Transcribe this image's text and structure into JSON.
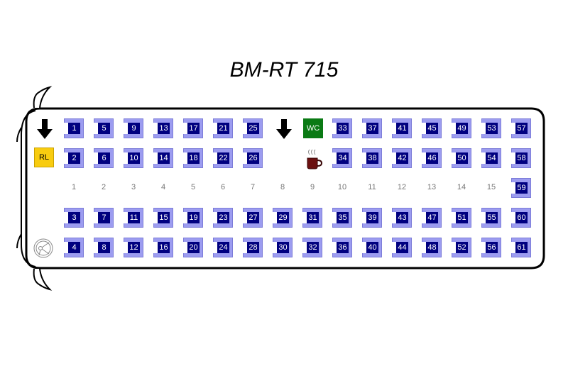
{
  "title": "BM-RT 715",
  "facilities": {
    "rl_label": "RL",
    "wc_label": "WC",
    "icons": [
      "exit-arrow-icon",
      "coffee-icon",
      "steering-wheel-icon"
    ]
  },
  "row_numbers": [
    "1",
    "2",
    "3",
    "4",
    "5",
    "6",
    "7",
    "8",
    "9",
    "10",
    "11",
    "12",
    "13",
    "14",
    "15"
  ],
  "colors": {
    "seat_outer": "#9c9cf0",
    "seat_inner": "#000080",
    "rl": "#f8cc10",
    "wc": "#0a7a14"
  },
  "seats": [
    {
      "n": "1",
      "c": 1,
      "r": 1
    },
    {
      "n": "2",
      "c": 1,
      "r": 2
    },
    {
      "n": "3",
      "c": 1,
      "r": 4
    },
    {
      "n": "4",
      "c": 1,
      "r": 5
    },
    {
      "n": "5",
      "c": 2,
      "r": 1
    },
    {
      "n": "6",
      "c": 2,
      "r": 2
    },
    {
      "n": "7",
      "c": 2,
      "r": 4
    },
    {
      "n": "8",
      "c": 2,
      "r": 5
    },
    {
      "n": "9",
      "c": 3,
      "r": 1
    },
    {
      "n": "10",
      "c": 3,
      "r": 2
    },
    {
      "n": "11",
      "c": 3,
      "r": 4
    },
    {
      "n": "12",
      "c": 3,
      "r": 5
    },
    {
      "n": "13",
      "c": 4,
      "r": 1
    },
    {
      "n": "14",
      "c": 4,
      "r": 2
    },
    {
      "n": "15",
      "c": 4,
      "r": 4
    },
    {
      "n": "16",
      "c": 4,
      "r": 5
    },
    {
      "n": "17",
      "c": 5,
      "r": 1
    },
    {
      "n": "18",
      "c": 5,
      "r": 2
    },
    {
      "n": "19",
      "c": 5,
      "r": 4
    },
    {
      "n": "20",
      "c": 5,
      "r": 5
    },
    {
      "n": "21",
      "c": 6,
      "r": 1
    },
    {
      "n": "22",
      "c": 6,
      "r": 2
    },
    {
      "n": "23",
      "c": 6,
      "r": 4
    },
    {
      "n": "24",
      "c": 6,
      "r": 5
    },
    {
      "n": "25",
      "c": 7,
      "r": 1
    },
    {
      "n": "26",
      "c": 7,
      "r": 2
    },
    {
      "n": "27",
      "c": 7,
      "r": 4
    },
    {
      "n": "28",
      "c": 7,
      "r": 5
    },
    {
      "n": "29",
      "c": 8,
      "r": 4
    },
    {
      "n": "30",
      "c": 8,
      "r": 5
    },
    {
      "n": "31",
      "c": 9,
      "r": 4
    },
    {
      "n": "32",
      "c": 9,
      "r": 5
    },
    {
      "n": "33",
      "c": 10,
      "r": 1
    },
    {
      "n": "34",
      "c": 10,
      "r": 2
    },
    {
      "n": "35",
      "c": 10,
      "r": 4
    },
    {
      "n": "36",
      "c": 10,
      "r": 5
    },
    {
      "n": "37",
      "c": 11,
      "r": 1
    },
    {
      "n": "38",
      "c": 11,
      "r": 2
    },
    {
      "n": "39",
      "c": 11,
      "r": 4
    },
    {
      "n": "40",
      "c": 11,
      "r": 5
    },
    {
      "n": "41",
      "c": 12,
      "r": 1
    },
    {
      "n": "42",
      "c": 12,
      "r": 2
    },
    {
      "n": "43",
      "c": 12,
      "r": 4
    },
    {
      "n": "44",
      "c": 12,
      "r": 5
    },
    {
      "n": "45",
      "c": 13,
      "r": 1
    },
    {
      "n": "46",
      "c": 13,
      "r": 2
    },
    {
      "n": "47",
      "c": 13,
      "r": 4
    },
    {
      "n": "48",
      "c": 13,
      "r": 5
    },
    {
      "n": "49",
      "c": 14,
      "r": 1
    },
    {
      "n": "50",
      "c": 14,
      "r": 2
    },
    {
      "n": "51",
      "c": 14,
      "r": 4
    },
    {
      "n": "52",
      "c": 14,
      "r": 5
    },
    {
      "n": "53",
      "c": 15,
      "r": 1
    },
    {
      "n": "54",
      "c": 15,
      "r": 2
    },
    {
      "n": "55",
      "c": 15,
      "r": 4
    },
    {
      "n": "56",
      "c": 15,
      "r": 5
    },
    {
      "n": "57",
      "c": 16,
      "r": 1
    },
    {
      "n": "58",
      "c": 16,
      "r": 2
    },
    {
      "n": "59",
      "c": 16,
      "r": 3
    },
    {
      "n": "60",
      "c": 16,
      "r": 4
    },
    {
      "n": "61",
      "c": 16,
      "r": 5
    }
  ]
}
